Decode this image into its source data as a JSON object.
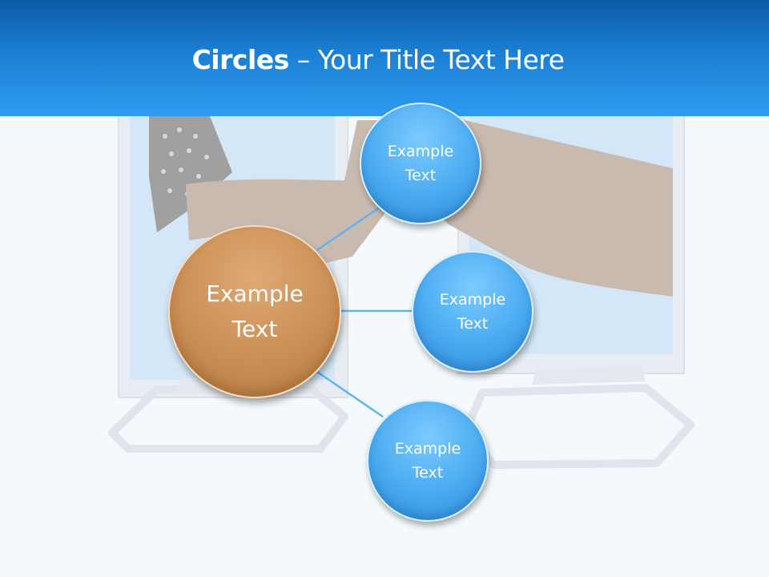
{
  "slide": {
    "title_bold": "Circles",
    "title_rest": " – Your Title Text Here"
  },
  "diagram": {
    "center": {
      "label": "Example\nText",
      "color": "#c98f55"
    },
    "nodes": [
      {
        "label": "Example\nText",
        "color": "#4aaaf0"
      },
      {
        "label": "Example\nText",
        "color": "#4aaaf0"
      },
      {
        "label": "Example\nText",
        "color": "#4aaaf0"
      }
    ],
    "connector_color": "#5fb4ee"
  },
  "colors": {
    "header_top": "#0b5aa6",
    "header_bottom": "#2f9cef",
    "background": "#f3f9fd"
  }
}
